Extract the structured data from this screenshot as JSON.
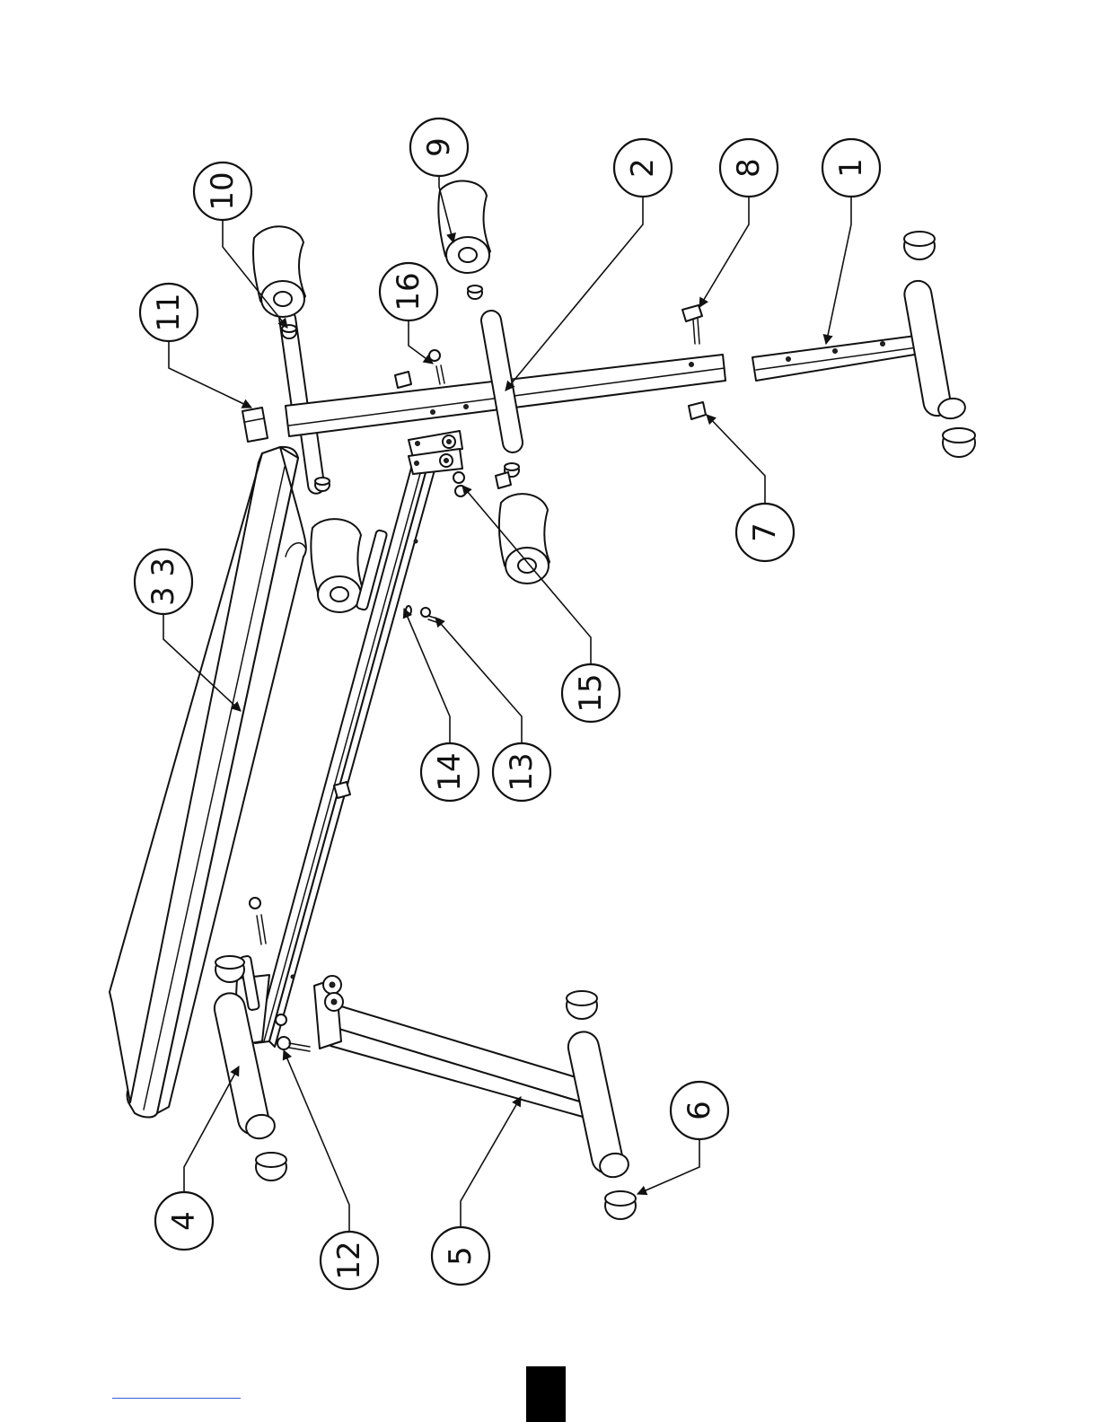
{
  "diagram": {
    "callouts": [
      {
        "id": "1",
        "label": "1"
      },
      {
        "id": "2",
        "label": "2"
      },
      {
        "id": "3",
        "label": "3 3"
      },
      {
        "id": "4",
        "label": "4"
      },
      {
        "id": "5",
        "label": "5"
      },
      {
        "id": "6",
        "label": "6"
      },
      {
        "id": "7",
        "label": "7"
      },
      {
        "id": "8",
        "label": "8"
      },
      {
        "id": "9",
        "label": "9"
      },
      {
        "id": "10",
        "label": "10"
      },
      {
        "id": "11",
        "label": "11"
      },
      {
        "id": "12",
        "label": "12"
      },
      {
        "id": "13",
        "label": "13"
      },
      {
        "id": "14",
        "label": "14"
      },
      {
        "id": "15",
        "label": "15"
      },
      {
        "id": "16",
        "label": "16"
      }
    ]
  },
  "colors": {
    "line": "#111111",
    "page": "#ffffff",
    "footer_link": "#3b5bd6",
    "page_box": "#000000"
  }
}
